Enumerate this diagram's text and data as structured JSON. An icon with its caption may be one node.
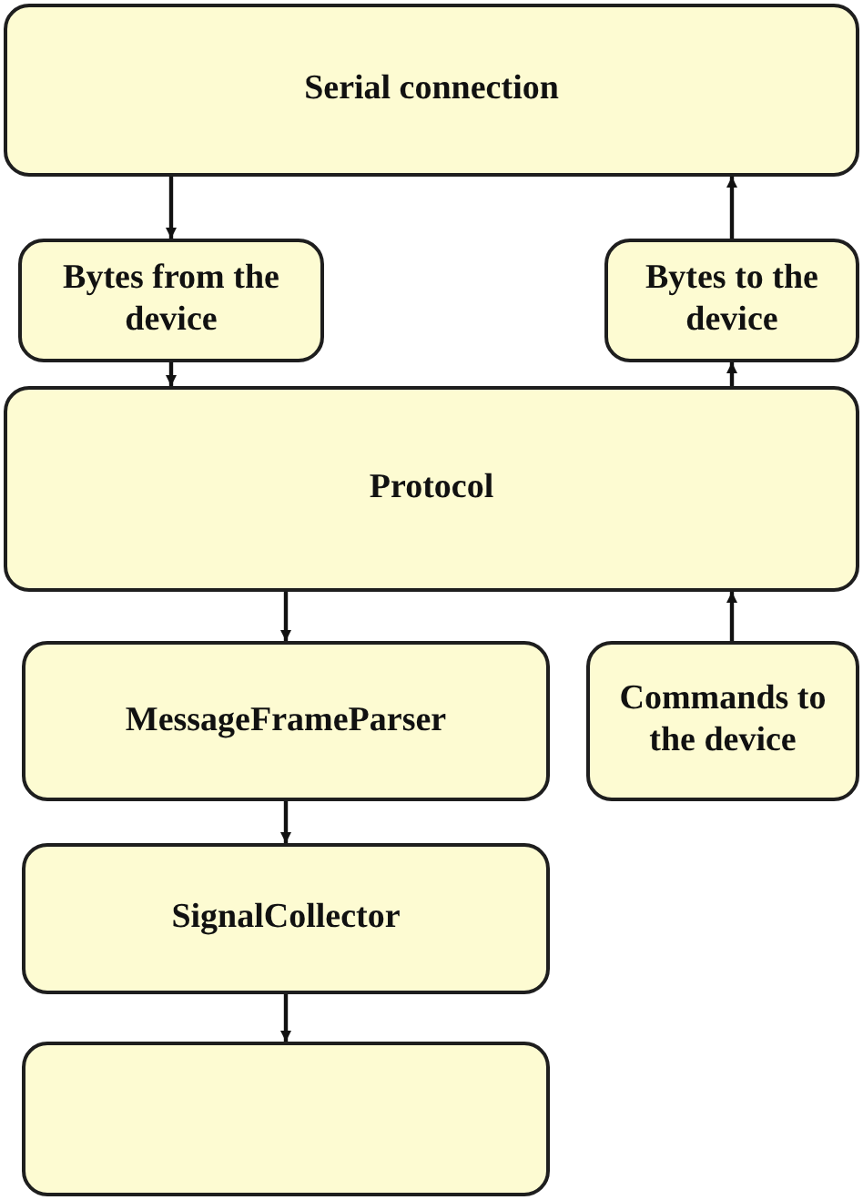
{
  "diagram": {
    "nodes": [
      {
        "text": [
          "Serial connection"
        ]
      },
      {
        "text": [
          "Bytes from the device"
        ]
      },
      {
        "text": [
          "Bytes to the device"
        ]
      },
      {
        "text": [
          "Protocol"
        ]
      },
      {
        "text": [
          "MessageFrameParser"
        ]
      },
      {
        "text": [
          "Commands to the device"
        ]
      },
      {
        "text": [
          "SignalCollector"
        ]
      },
      {
        "text": [],
        "shape": "box"
      }
    ],
    "edges": [
      {
        "from": 0,
        "to": 1,
        "arrow": "to"
      },
      {
        "from": 1,
        "to": 3,
        "arrow": "to"
      },
      {
        "from": 3,
        "to": 2,
        "arrow": "to"
      },
      {
        "from": 2,
        "to": 0,
        "arrow": "to"
      },
      {
        "from": 3,
        "to": 4,
        "arrow": "to"
      },
      {
        "from": 5,
        "to": 3,
        "arrow": "to"
      },
      {
        "from": 4,
        "to": 6,
        "arrow": "to"
      },
      {
        "from": 6,
        "to": 7,
        "arrow": "to"
      }
    ]
  }
}
